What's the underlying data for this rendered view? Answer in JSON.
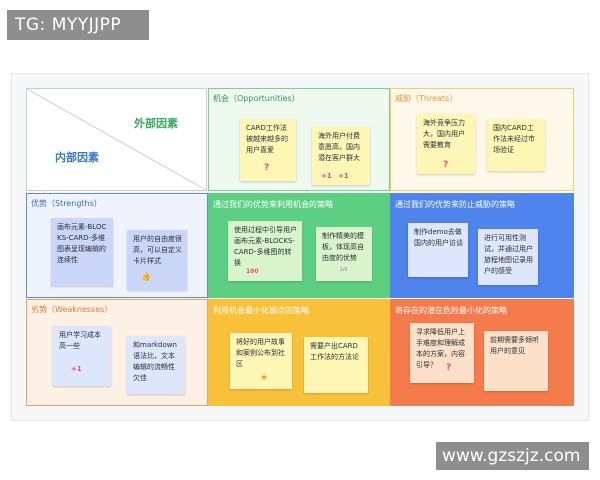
{
  "watermark_top": "TG: MYYJJPP",
  "watermark_bottom": "www.gzszjz.com",
  "corner": {
    "external_label": "外部因素",
    "internal_label": "内部因素"
  },
  "headers": {
    "opportunities": "机会（Opportunities）",
    "threats": "威胁（Threats）",
    "strengths": "优势（Strengths）",
    "weaknesses": "劣势（Weaknesses）",
    "so": "通过我们的优势来利用机会的策略",
    "st": "通过我们的优势来防止威胁的策略",
    "wo": "利用机会最小化弱点的策略",
    "wt": "将存在的潜在危险最小化的策略"
  },
  "notes": {
    "opp1": "CARD工作法被越来越多的用户喜爱",
    "opp2": "海外用户付费意愿高，国内潜在客户群大",
    "thr1": "海外竞争压力大，国内用户需要教育",
    "thr2": "国内CARD工作法未经过市场验证",
    "str1": "画布元素-BLOCKS-CARD-多维图表呈现编辑的连续性",
    "str2": "用户的自由度很高，可以自定义卡片样式",
    "so1": "使用过程中引导用户画布元素-BLOCKS-CARD-多维图的转换",
    "so2": "制作精美的模板，体现高自由度的优势",
    "st1": "制作demo去做国内的用户访谈",
    "st2": "进行可用性测试，并通过用户旅程地图记录用户的感受",
    "weak1": "用户学习成本高一些",
    "weak2": "和markdown语法比，文本编辑的流畅性欠佳",
    "wo1": "将好的用户故事和案例公布到社区",
    "wo2": "需要产出CARD工作法的方法论",
    "wt1": "寻求降低用户上手难度和理解成本的方案，内容引导？",
    "wt2": "前期需要多倾听用户的意见"
  },
  "decorations": {
    "question": "?",
    "plus_one": "+1",
    "hundred": "100",
    "star": "★",
    "thumbs_up": "👍",
    "dots": "ﾉﾉﾉ"
  },
  "colors": {
    "opportunities_border": "#7fcf8f",
    "threats_border": "#f3cf5c",
    "strengths_border": "#5b8ed9",
    "weaknesses_border": "#f1a05e",
    "so_fill": "#5ccf82",
    "st_fill": "#4e84ec",
    "wo_fill": "#f8c13a",
    "wt_fill": "#f57b4d"
  }
}
